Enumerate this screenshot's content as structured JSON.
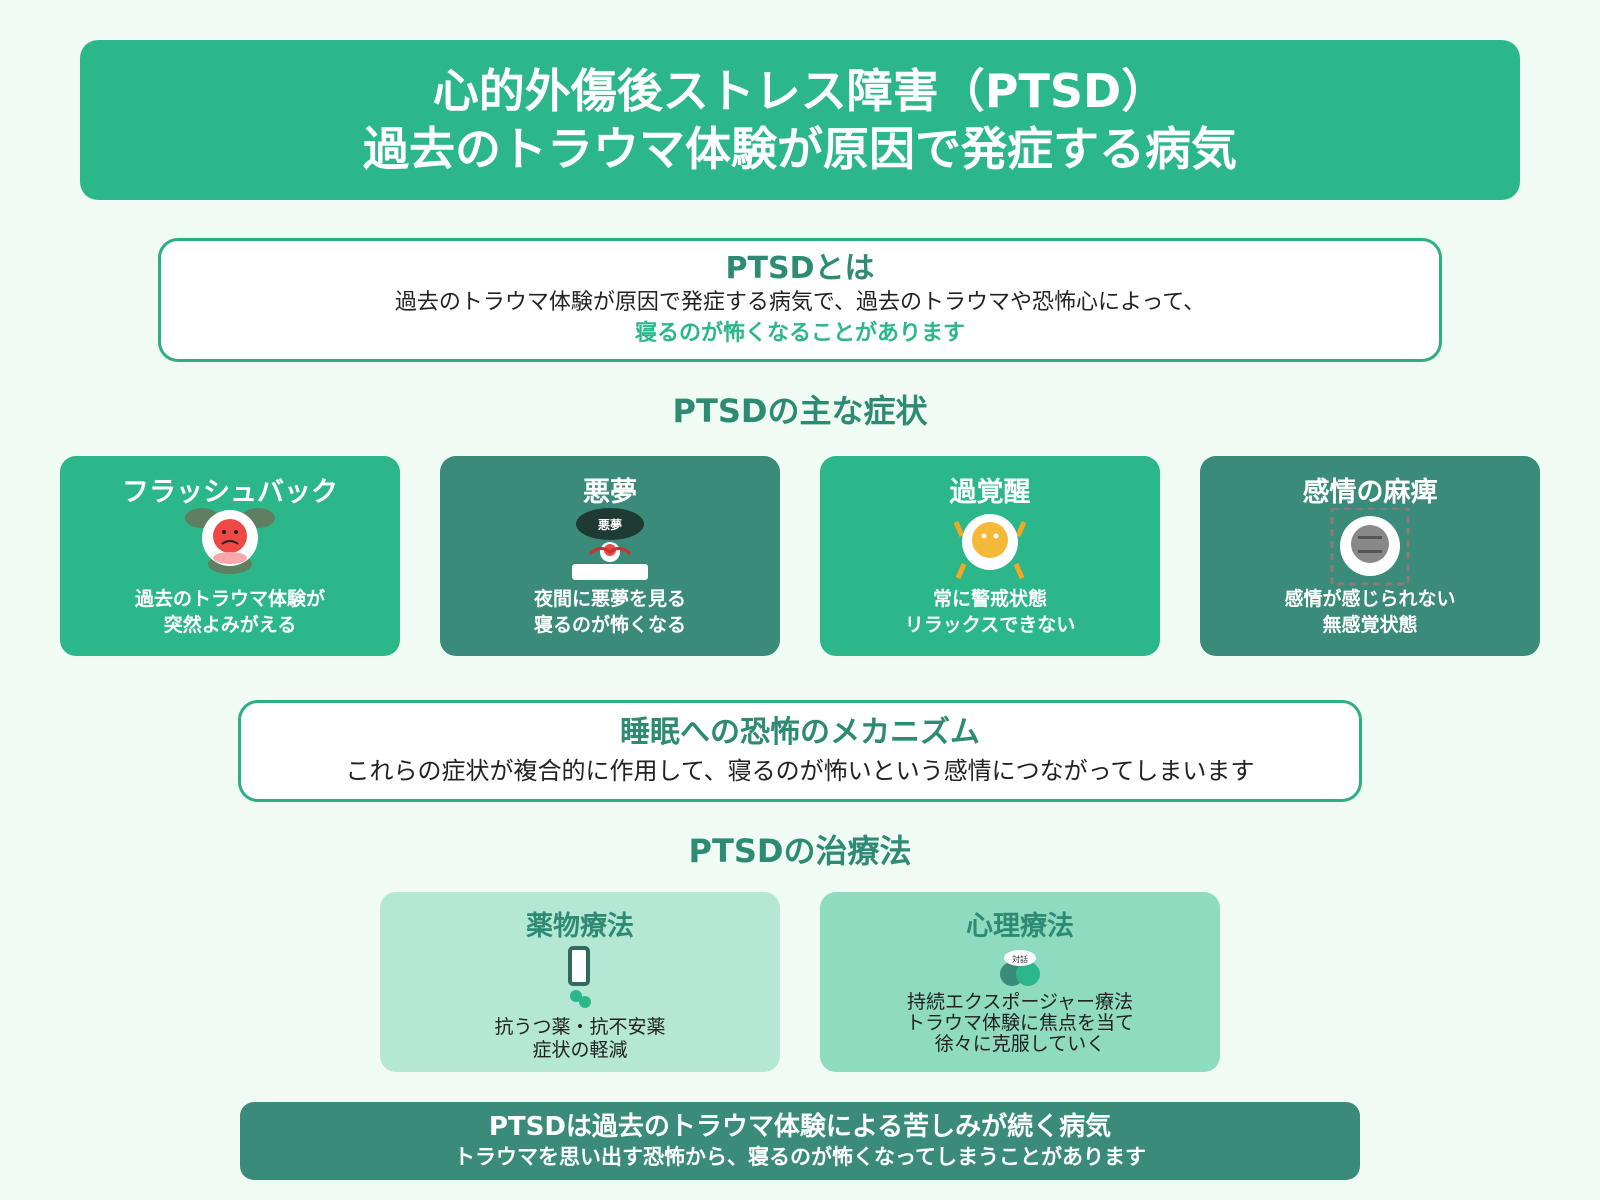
{
  "title": {
    "line1": "心的外傷後ストレス障害（PTSD）",
    "line2": "過去のトラウマ体験が原因で発症する病気"
  },
  "intro": {
    "heading": "PTSDとは",
    "text": "過去のトラウマ体験が原因で発症する病気で、過去のトラウマや恐怖心によって、",
    "highlight": "寝るのが怖くなることがあります"
  },
  "symptoms": {
    "title": "PTSDの主な症状",
    "items": [
      {
        "title": "フラッシュバック",
        "line1": "過去のトラウマ体験が",
        "line2": "突然よみがえる",
        "icon": "sad-face-icon"
      },
      {
        "title": "悪夢",
        "line1": "夜間に悪夢を見る",
        "line2": "寝るのが怖くなる",
        "icon": "nightmare-icon",
        "icon_label": "悪夢"
      },
      {
        "title": "過覚醒",
        "line1": "常に警戒状態",
        "line2": "リラックスできない",
        "icon": "alert-face-icon"
      },
      {
        "title": "感情の麻痺",
        "line1": "感情が感じられない",
        "line2": "無感覚状態",
        "icon": "blank-face-icon"
      }
    ]
  },
  "mechanism": {
    "heading": "睡眠への恐怖のメカニズム",
    "text": "これらの症状が複合的に作用して、寝るのが怖いという感情につながってしまいます"
  },
  "treatments": {
    "title": "PTSDの治療法",
    "items": [
      {
        "title": "薬物療法",
        "lines": [
          "抗うつ薬・抗不安薬",
          "症状の軽減"
        ],
        "icon": "medicine-icon"
      },
      {
        "title": "心理療法",
        "lines": [
          "持続エクスポージャー療法",
          "トラウマ体験に焦点を当て",
          "徐々に克服していく"
        ],
        "icon": "dialogue-icon",
        "icon_label": "対話"
      }
    ]
  },
  "summary": {
    "line1": "PTSDは過去のトラウマ体験による苦しみが続く病気",
    "line2": "トラウマを思い出す恐怖から、寝るのが怖くなってしまうことがあります"
  },
  "colors": {
    "primary": "#2cb78b",
    "dark": "#3a8b7a",
    "heading": "#2e8b73",
    "background": "#f0fbf4"
  }
}
